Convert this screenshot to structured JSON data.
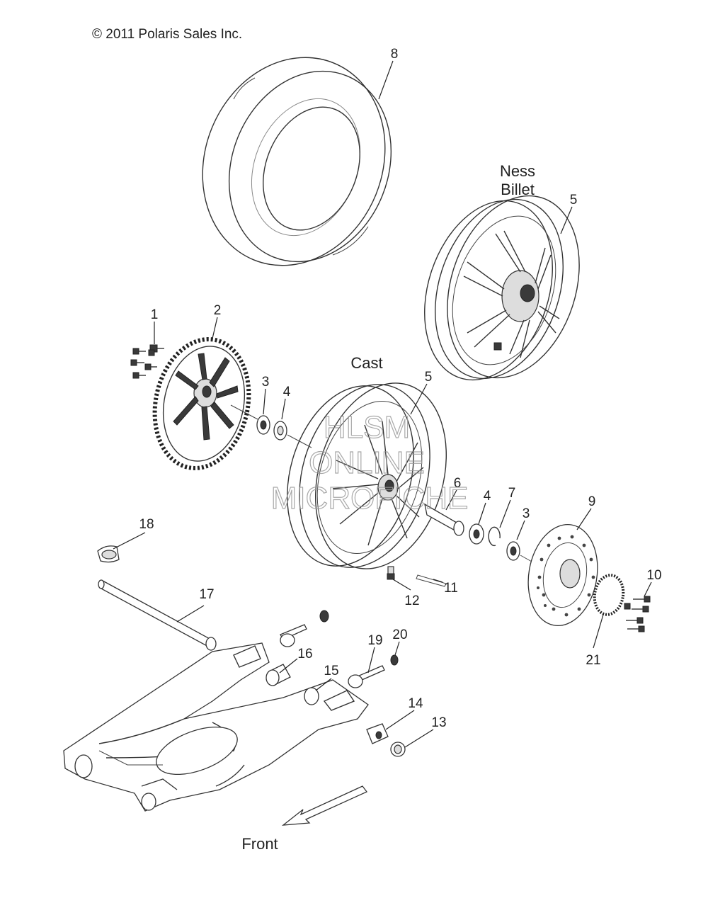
{
  "copyright": "© 2011 Polaris Sales Inc.",
  "headings": {
    "ness_line1": "Ness",
    "ness_line2": "Billet",
    "cast": "Cast",
    "front": "Front"
  },
  "watermark": {
    "line1": "HLSM",
    "line2": "ONLINE",
    "line3": "MICROFICHE"
  },
  "callouts": [
    "1",
    "2",
    "3",
    "4",
    "5",
    "5",
    "3",
    "4",
    "6",
    "4",
    "7",
    "3",
    "8",
    "9",
    "10",
    "11",
    "12",
    "13",
    "14",
    "15",
    "16",
    "17",
    "18",
    "19",
    "20",
    "21"
  ]
}
